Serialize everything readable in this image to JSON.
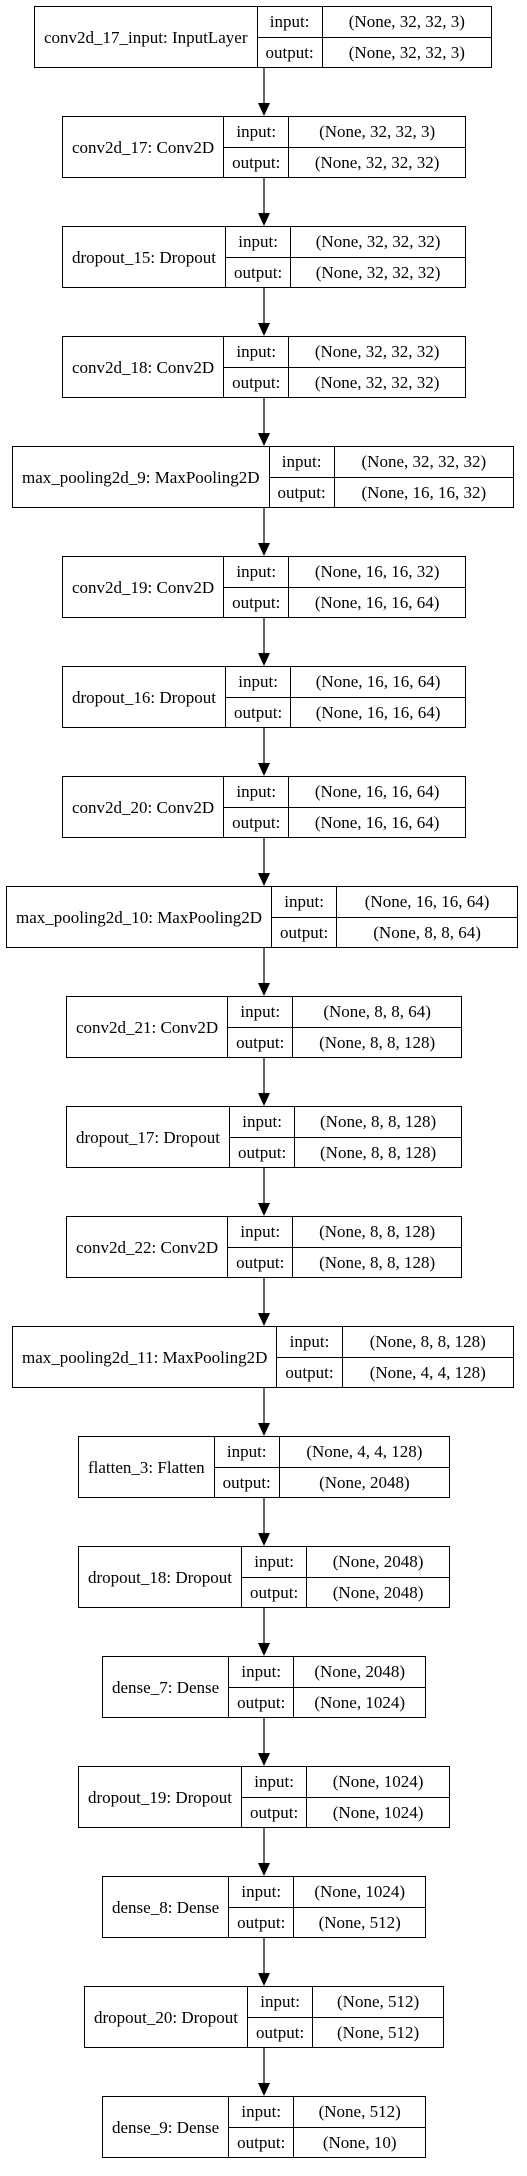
{
  "diagram": {
    "port_labels": {
      "input": "input:",
      "output": "output:"
    },
    "layers": [
      {
        "name": "conv2d_17_input: InputLayer",
        "input": "(None, 32, 32, 3)",
        "output": "(None, 32, 32, 3)"
      },
      {
        "name": "conv2d_17: Conv2D",
        "input": "(None, 32, 32, 3)",
        "output": "(None, 32, 32, 32)"
      },
      {
        "name": "dropout_15: Dropout",
        "input": "(None, 32, 32, 32)",
        "output": "(None, 32, 32, 32)"
      },
      {
        "name": "conv2d_18: Conv2D",
        "input": "(None, 32, 32, 32)",
        "output": "(None, 32, 32, 32)"
      },
      {
        "name": "max_pooling2d_9: MaxPooling2D",
        "input": "(None, 32, 32, 32)",
        "output": "(None, 16, 16, 32)"
      },
      {
        "name": "conv2d_19: Conv2D",
        "input": "(None, 16, 16, 32)",
        "output": "(None, 16, 16, 64)"
      },
      {
        "name": "dropout_16: Dropout",
        "input": "(None, 16, 16, 64)",
        "output": "(None, 16, 16, 64)"
      },
      {
        "name": "conv2d_20: Conv2D",
        "input": "(None, 16, 16, 64)",
        "output": "(None, 16, 16, 64)"
      },
      {
        "name": "max_pooling2d_10: MaxPooling2D",
        "input": "(None, 16, 16, 64)",
        "output": "(None, 8, 8, 64)"
      },
      {
        "name": "conv2d_21: Conv2D",
        "input": "(None, 8, 8, 64)",
        "output": "(None, 8, 8, 128)"
      },
      {
        "name": "dropout_17: Dropout",
        "input": "(None, 8, 8, 128)",
        "output": "(None, 8, 8, 128)"
      },
      {
        "name": "conv2d_22: Conv2D",
        "input": "(None, 8, 8, 128)",
        "output": "(None, 8, 8, 128)"
      },
      {
        "name": "max_pooling2d_11: MaxPooling2D",
        "input": "(None, 8, 8, 128)",
        "output": "(None, 4, 4, 128)"
      },
      {
        "name": "flatten_3: Flatten",
        "input": "(None, 4, 4, 128)",
        "output": "(None, 2048)"
      },
      {
        "name": "dropout_18: Dropout",
        "input": "(None, 2048)",
        "output": "(None, 2048)"
      },
      {
        "name": "dense_7: Dense",
        "input": "(None, 2048)",
        "output": "(None, 1024)"
      },
      {
        "name": "dropout_19: Dropout",
        "input": "(None, 1024)",
        "output": "(None, 1024)"
      },
      {
        "name": "dense_8: Dense",
        "input": "(None, 1024)",
        "output": "(None, 512)"
      },
      {
        "name": "dropout_20: Dropout",
        "input": "(None, 512)",
        "output": "(None, 512)"
      },
      {
        "name": "dense_9: Dense",
        "input": "(None, 512)",
        "output": "(None, 10)"
      }
    ]
  }
}
